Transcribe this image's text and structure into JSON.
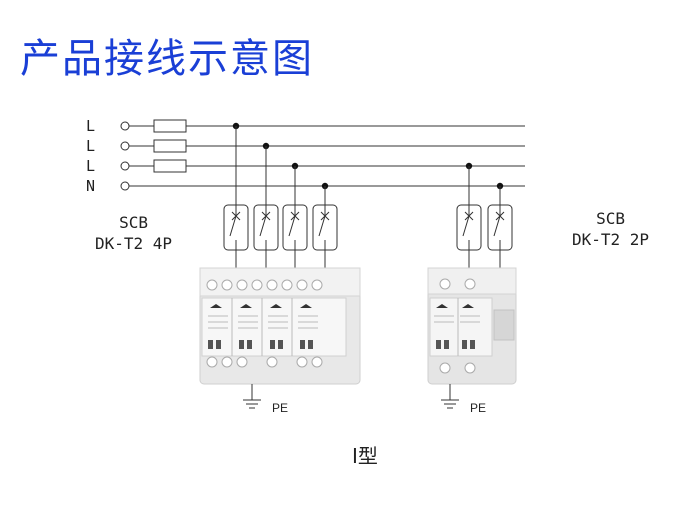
{
  "title": "产品接线示意图",
  "lines": [
    "L",
    "L",
    "L",
    "N"
  ],
  "left_device": {
    "brand": "SCB",
    "model": "DK-T2 4P"
  },
  "right_device": {
    "brand": "SCB",
    "model": "DK-T2 2P"
  },
  "ground_label": "PE",
  "caption": "Ⅰ型",
  "colors": {
    "title": "#1a3fd6",
    "line": "#333333",
    "device_body": "#e8e8e8"
  }
}
